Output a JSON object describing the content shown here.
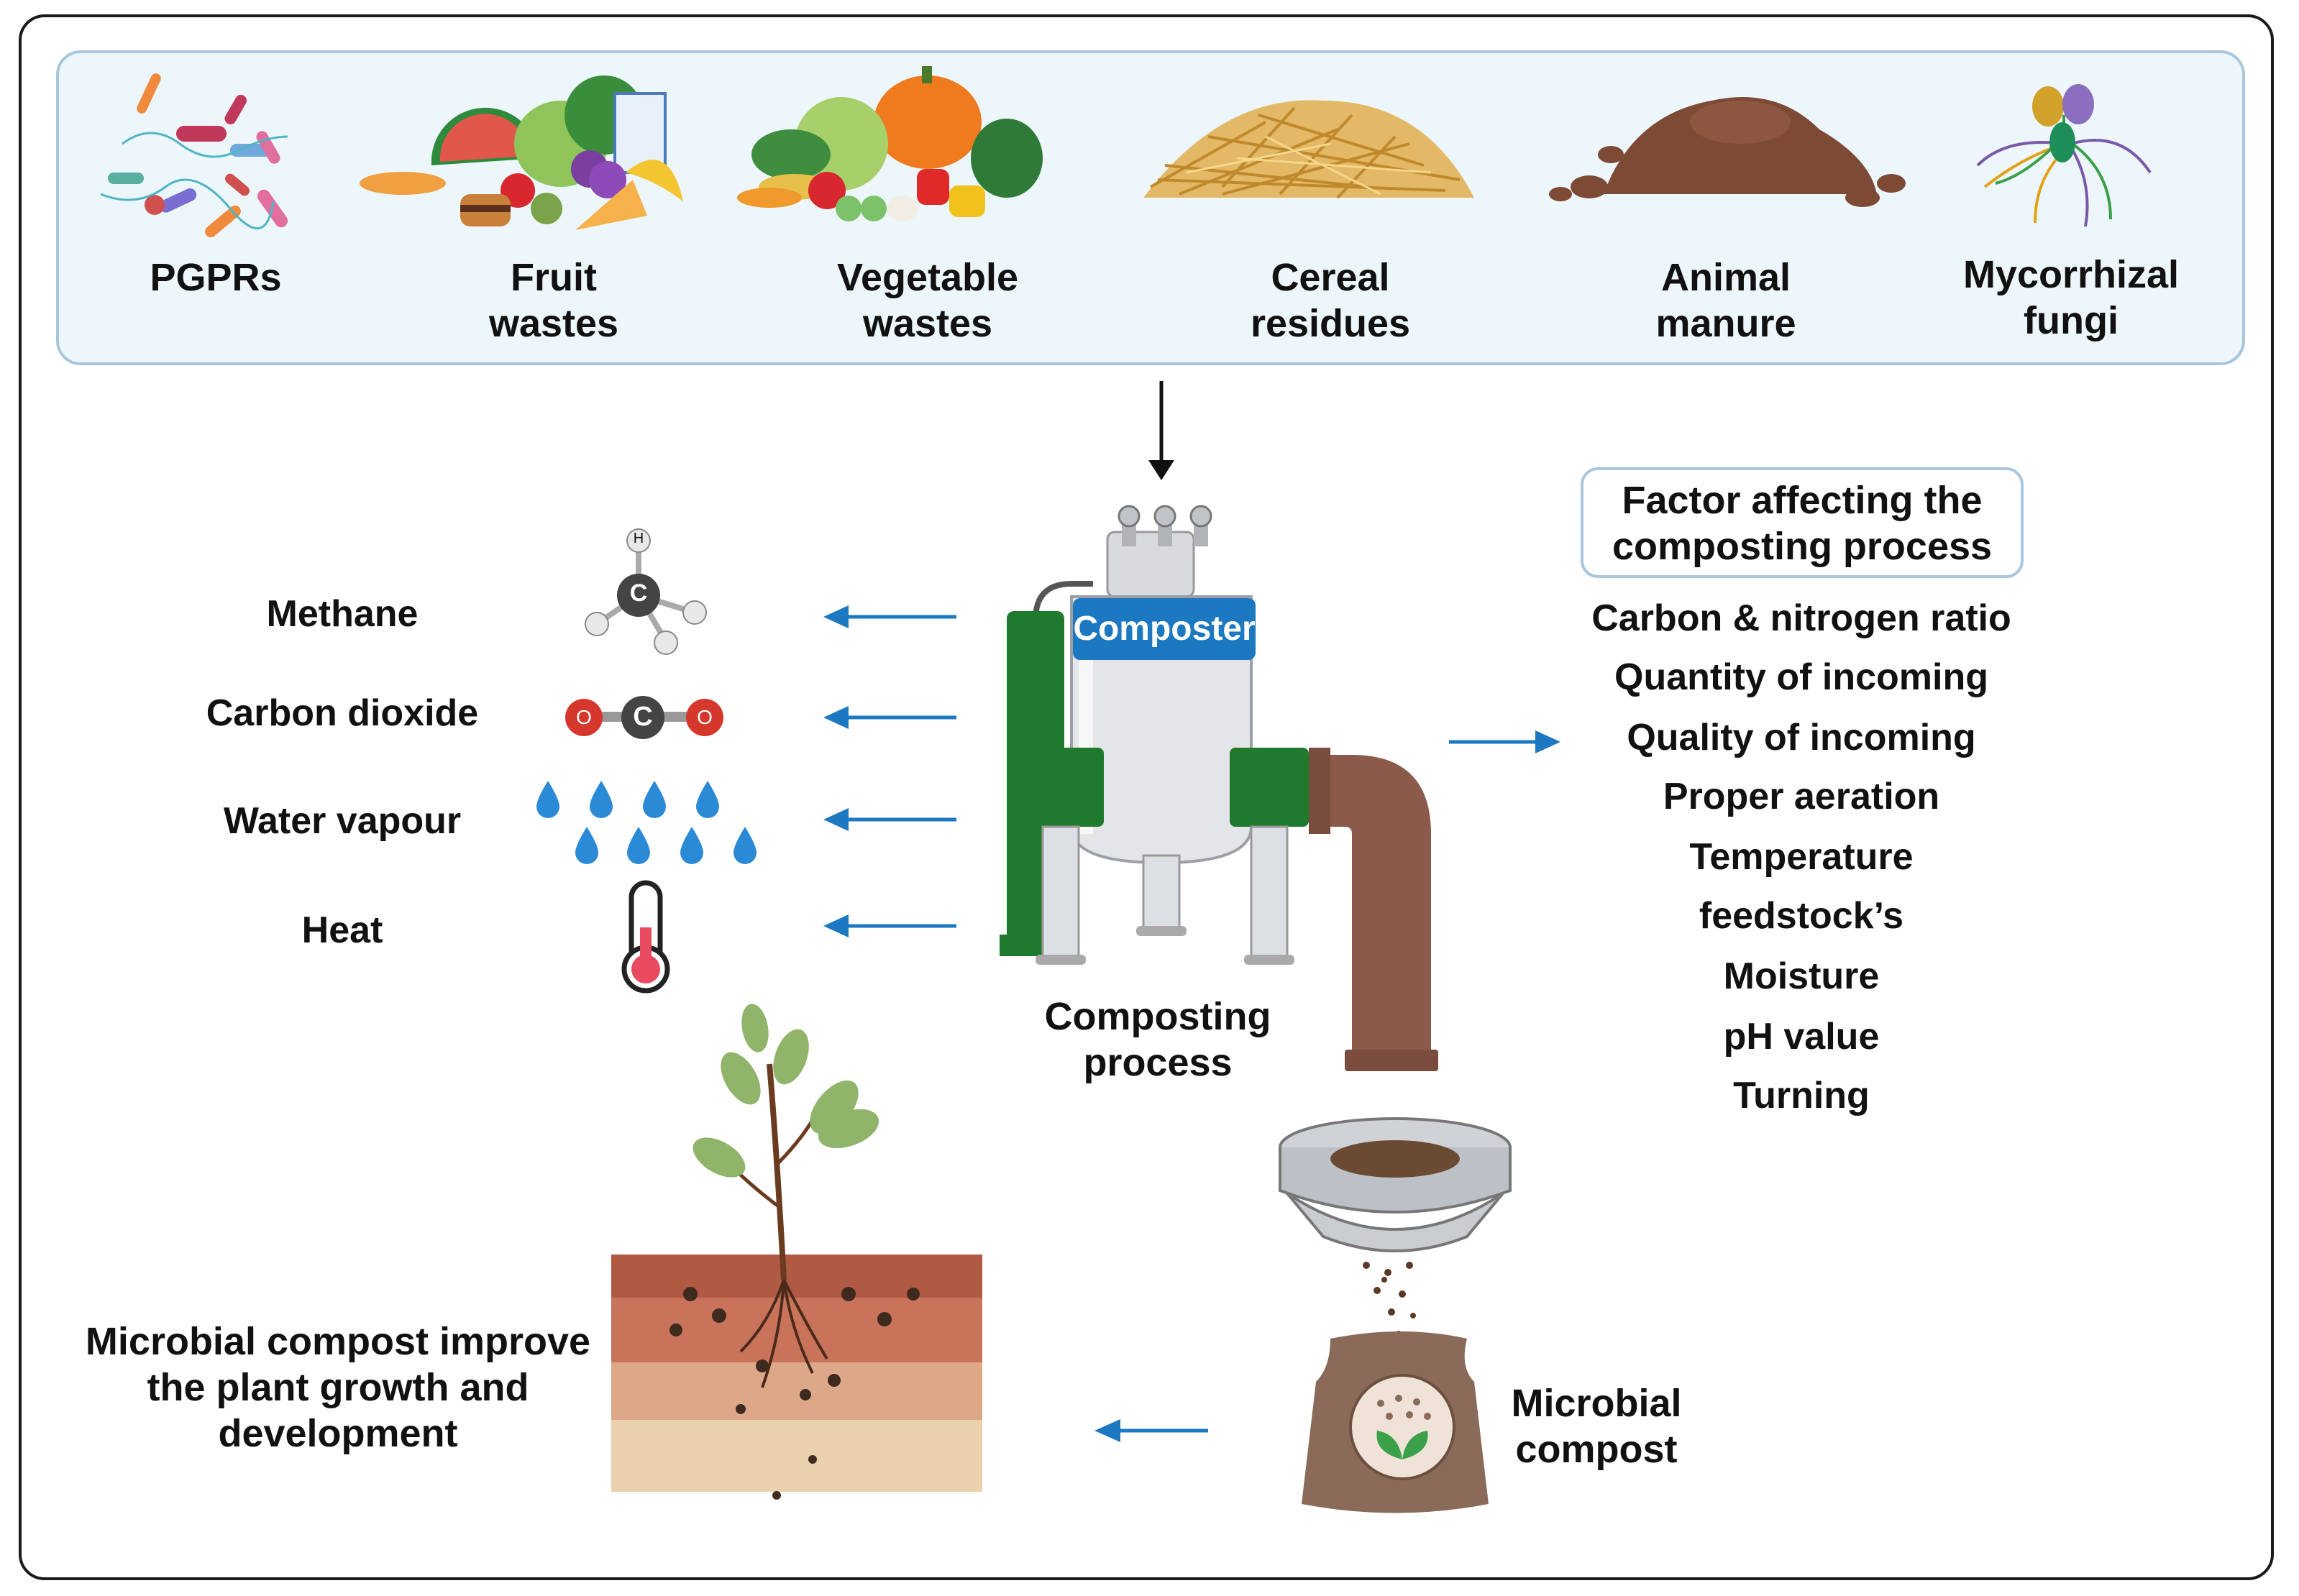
{
  "inputs": [
    {
      "icon": "bacteria-icon",
      "label": "PGPRs"
    },
    {
      "icon": "fruit-waste-icon",
      "label": "Fruit wastes"
    },
    {
      "icon": "vegetable-waste-icon",
      "label": "Vegetable wastes"
    },
    {
      "icon": "cereal-residue-icon",
      "label": "Cereal residues"
    },
    {
      "icon": "manure-icon",
      "label": "Animal manure"
    },
    {
      "icon": "fungi-icon",
      "label": "Mycorrhizal fungi"
    }
  ],
  "outputs": [
    {
      "label": "Methane",
      "icon": "methane-molecule-icon"
    },
    {
      "label": "Carbon dioxide",
      "icon": "co2-molecule-icon"
    },
    {
      "label": "Water vapour",
      "icon": "water-drops-icon"
    },
    {
      "label": "Heat",
      "icon": "thermometer-icon"
    }
  ],
  "molecules": {
    "methane_center": "C",
    "methane_h": "H",
    "co2_center": "C",
    "co2_side": "O"
  },
  "composter_label": "Composter",
  "process_label": [
    "Composting",
    "process"
  ],
  "factors": {
    "title": [
      "Factor affecting the",
      "composting process"
    ],
    "items": [
      "Carbon & nitrogen ratio",
      "Quantity of incoming",
      "Quality of incoming",
      "Proper aeration",
      "Temperature",
      "feedstock’s",
      "Moisture",
      "pH value",
      "Turning"
    ]
  },
  "compost_label": [
    "Microbial",
    "compost"
  ],
  "plant_label": [
    "Microbial compost improve",
    "the plant growth and",
    "development"
  ],
  "colors": {
    "arrow_blue": "#1c78c0",
    "panel_border": "#a9c6dd",
    "panel_fill": "#edf6fa",
    "composter_green": "#1f7a2e",
    "pipe_brown": "#8b5a4a"
  }
}
